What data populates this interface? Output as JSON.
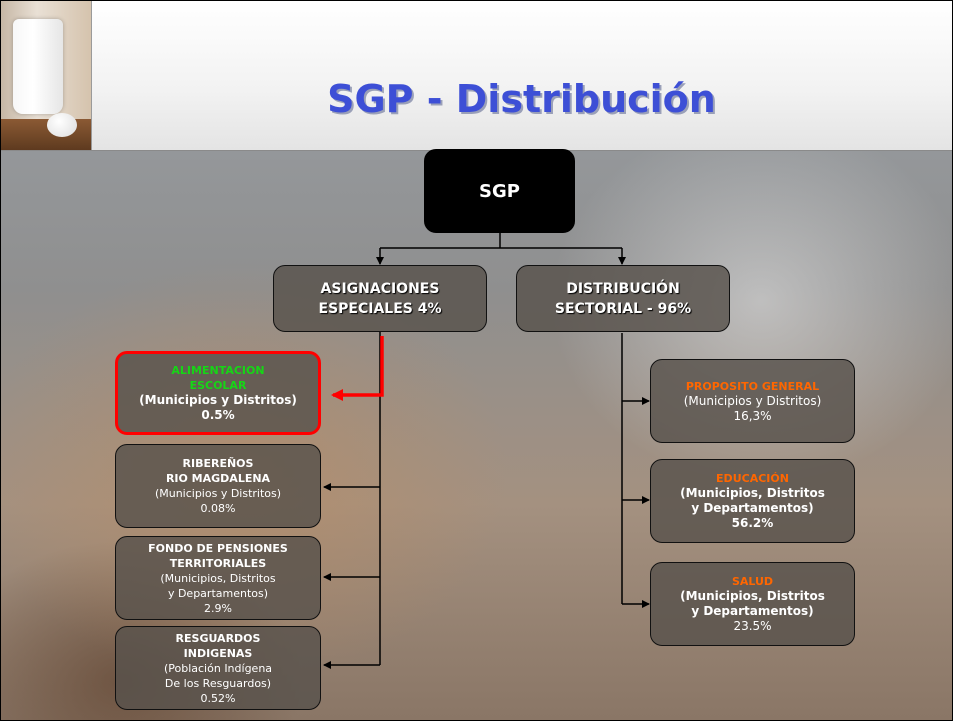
{
  "slide": {
    "title": "SGP - Distribución"
  },
  "root": {
    "label": "SGP"
  },
  "branches": {
    "asignaciones": {
      "line1": "ASIGNACIONES",
      "line2": "ESPECIALES 4%"
    },
    "distribucion": {
      "line1": "DISTRIBUCIÓN",
      "line2": "SECTORIAL - 96%"
    }
  },
  "left_items": [
    {
      "title1": "ALIMENTACION",
      "title2": "ESCOLAR",
      "line1": "(Municipios y Distritos)",
      "line2": "0.5%"
    },
    {
      "title1": "RIBEREÑOS",
      "title2": "RIO MAGDALENA",
      "line1": "(Municipios y Distritos)",
      "line2": "0.08%"
    },
    {
      "title1": "FONDO DE PENSIONES",
      "title2": "TERRITORIALES",
      "line1": "(Municipios, Distritos",
      "line2": "y Departamentos)",
      "line3": "2.9%"
    },
    {
      "title1": "RESGUARDOS",
      "title2": "INDIGENAS",
      "line1": "(Población Indígena",
      "line2": "De los Resguardos)",
      "line3": "0.52%"
    }
  ],
  "right_items": [
    {
      "title": "PROPOSITO GENERAL",
      "line1": "(Municipios y Distritos)",
      "line2": "16,3%"
    },
    {
      "title": "EDUCACIÓN",
      "line1": "(Municipios, Distritos",
      "line2": "y Departamentos)",
      "line3": "56.2%"
    },
    {
      "title": "SALUD",
      "line1": "(Municipios, Distritos",
      "line2": "y Departamentos)",
      "line3": "23.5%"
    }
  ],
  "colors": {
    "title": "#3d4fd6",
    "highlight_border": "#ff0000",
    "highlight_text": "#16d516",
    "right_title": "#ff6600"
  }
}
